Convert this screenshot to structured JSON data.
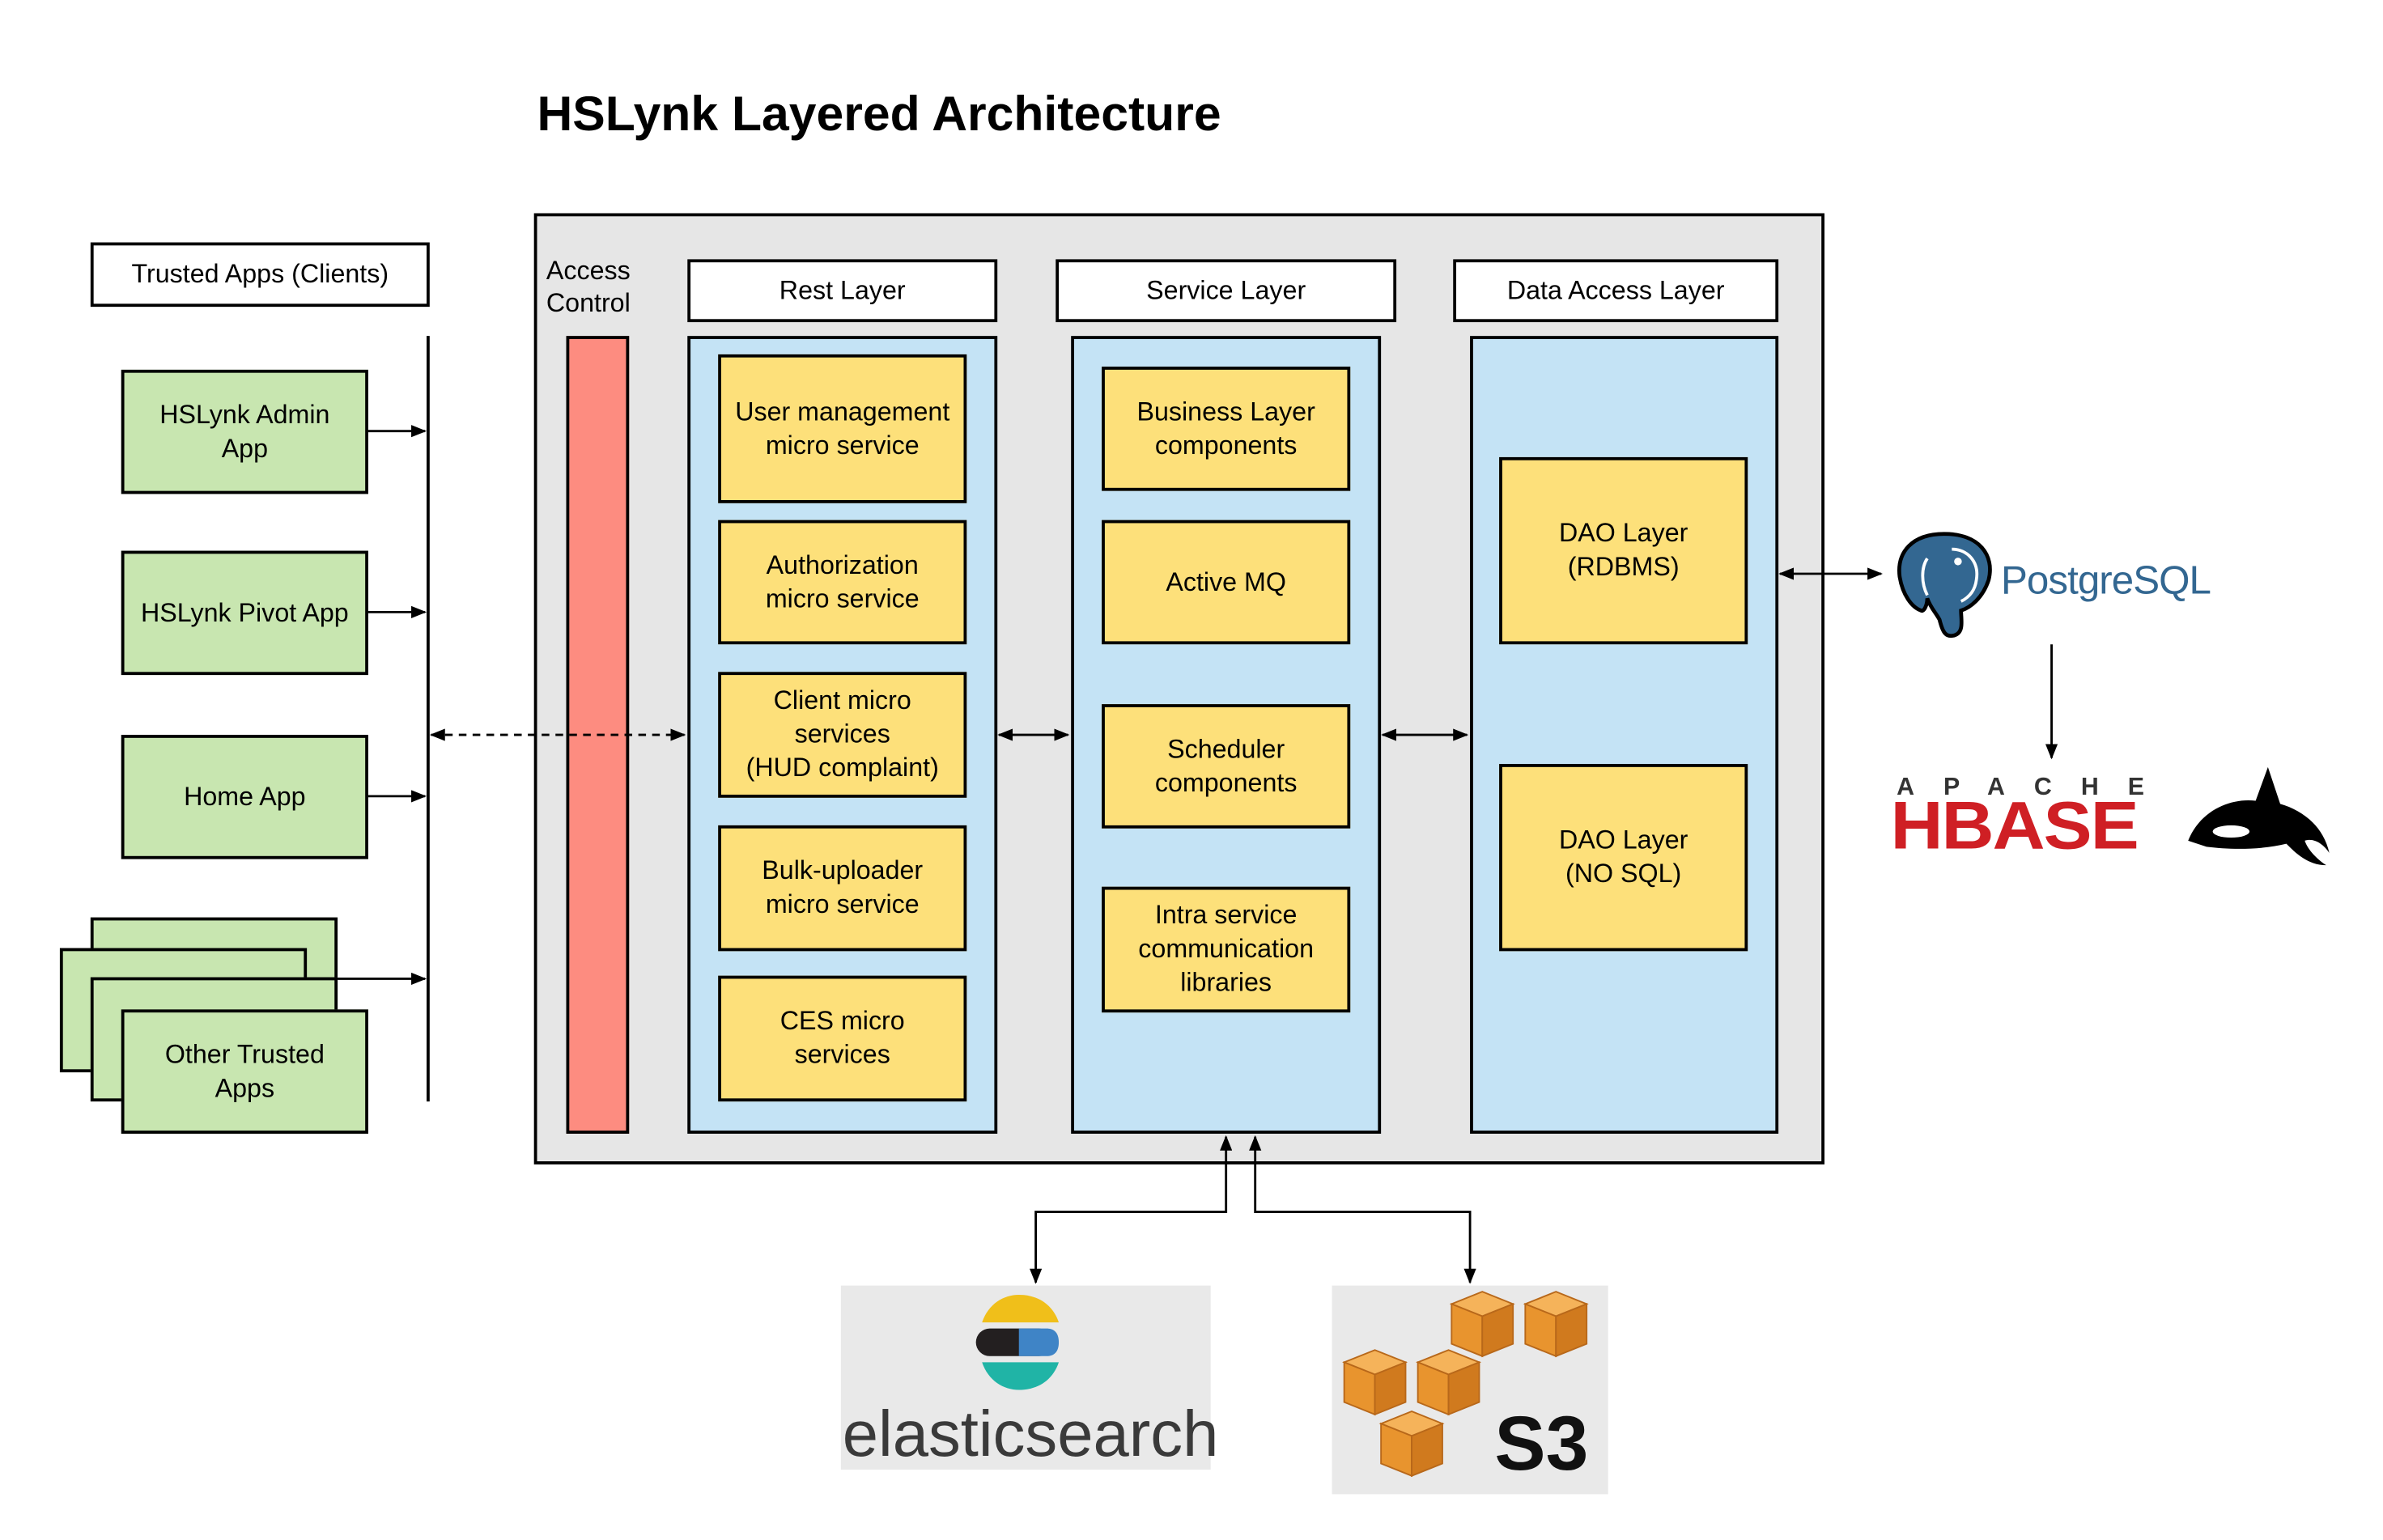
{
  "title": "HSLynk Layered Architecture",
  "clients": {
    "header": "Trusted Apps (Clients)",
    "apps": [
      "HSLynk Admin\nApp",
      "HSLynk Pivot App",
      "Home App",
      "Other Trusted\nApps"
    ]
  },
  "access_control": {
    "label": "Access\nControl"
  },
  "rest_layer": {
    "header": "Rest Layer",
    "items": [
      "User management\nmicro service",
      "Authorization\nmicro service",
      "Client micro\nservices\n(HUD complaint)",
      "Bulk-uploader\nmicro service",
      "CES micro\nservices"
    ]
  },
  "service_layer": {
    "header": "Service Layer",
    "items": [
      "Business Layer\ncomponents",
      "Active MQ",
      "Scheduler\ncomponents",
      "Intra service\ncommunication\nlibraries"
    ]
  },
  "data_access_layer": {
    "header": "Data Access Layer",
    "items": [
      "DAO Layer\n(RDBMS)",
      "DAO Layer\n(NO SQL)"
    ]
  },
  "external": {
    "postgres": "PostgreSQL",
    "hbase_top": "APACHE",
    "hbase": "HBASE",
    "elasticsearch": "elasticsearch",
    "s3": "S3"
  },
  "colors": {
    "client_green": "#c8e6b0",
    "component_yellow": "#fde07a",
    "layer_blue": "#c4e3f5",
    "container_gray": "#e6e6e6",
    "access_red": "#fd8c80",
    "postgres_blue": "#336791",
    "hbase_red": "#cf1f24",
    "s3_orange": "#e8942e"
  },
  "icons": [
    "postgres-elephant-icon",
    "orca-icon",
    "elasticsearch-logo-icon",
    "s3-buckets-icon"
  ]
}
